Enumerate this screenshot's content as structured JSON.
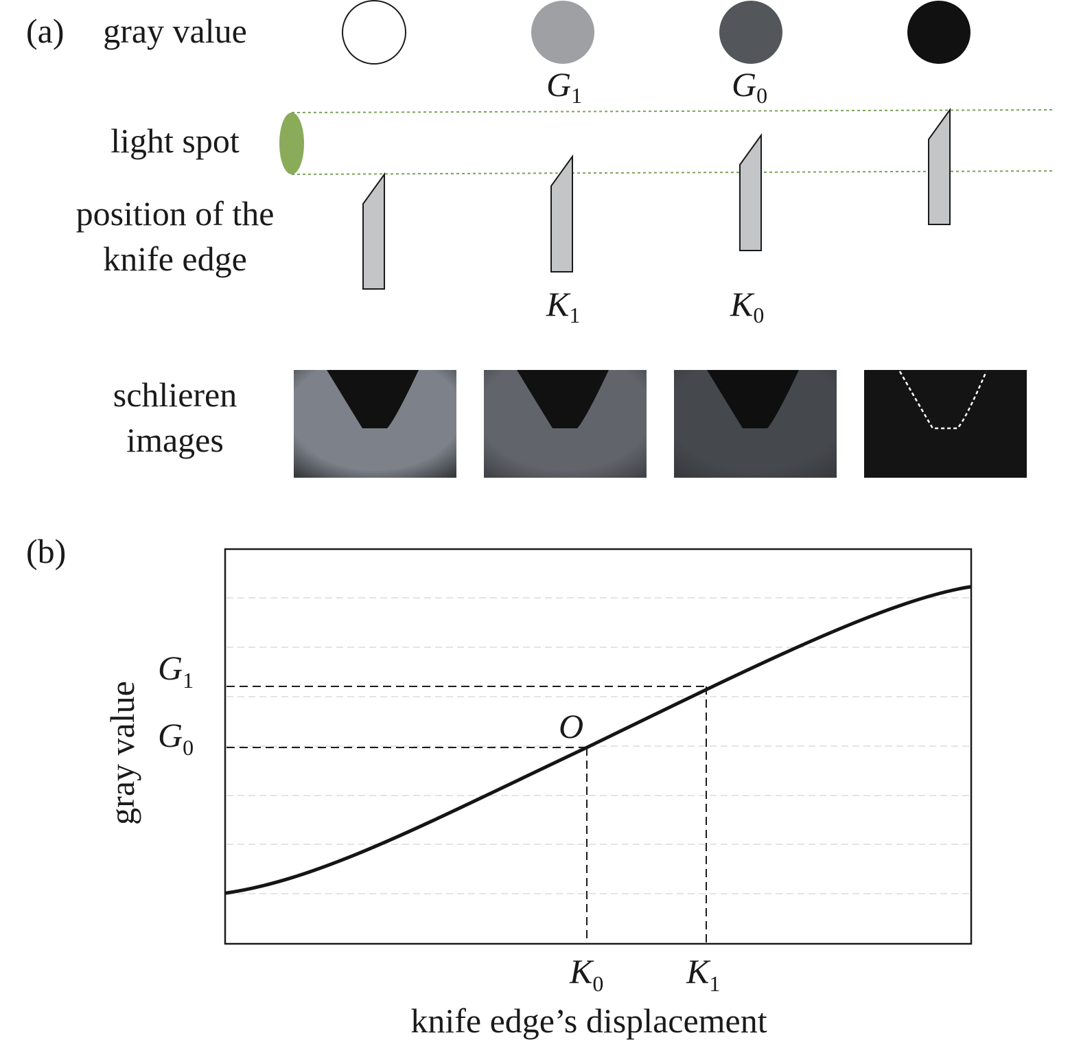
{
  "panel_a": {
    "tag": "(a)",
    "row_labels": {
      "gray_value": "gray value",
      "light_spot": "light spot",
      "knife_position": [
        "position of the",
        "knife edge"
      ],
      "schlieren": [
        "schlieren",
        "images"
      ]
    },
    "gray_circles": [
      {
        "fill": "#ffffff",
        "label": "",
        "sub": ""
      },
      {
        "fill": "#9ea0a3",
        "label": "G",
        "sub": "1"
      },
      {
        "fill": "#53575b",
        "label": "G",
        "sub": "0"
      },
      {
        "fill": "#111111",
        "label": "",
        "sub": ""
      }
    ],
    "knife_labels": [
      {
        "label": "",
        "sub": ""
      },
      {
        "label": "K",
        "sub": "1"
      },
      {
        "label": "K",
        "sub": "0"
      },
      {
        "label": "",
        "sub": ""
      }
    ],
    "schlieren_backgrounds": [
      "#7d828a",
      "#61656b",
      "#45484d",
      "#141414"
    ],
    "colors": {
      "light_spot": "#8aac5a",
      "beam_line": "#79a355",
      "knife_fill": "#c4c5c7"
    }
  },
  "panel_b": {
    "tag": "(b)",
    "xlabel": "knife edge’s displacement",
    "ylabel": "gray value",
    "point_label": "O",
    "y_markers": [
      {
        "label": "G",
        "sub": "1"
      },
      {
        "label": "G",
        "sub": "0"
      }
    ],
    "x_markers": [
      {
        "label": "K",
        "sub": "0"
      },
      {
        "label": "K",
        "sub": "1"
      }
    ]
  },
  "chart_data": {
    "type": "line",
    "title": "",
    "xlabel": "knife edge’s displacement",
    "ylabel": "gray value",
    "xlim": [
      0,
      1
    ],
    "ylim": [
      0,
      1
    ],
    "grid": true,
    "x": [
      0,
      0.1,
      0.2,
      0.3,
      0.4,
      0.485,
      0.6,
      0.7,
      0.8,
      0.9,
      1.0
    ],
    "y": [
      0.13,
      0.17,
      0.25,
      0.35,
      0.46,
      0.5,
      0.6,
      0.71,
      0.82,
      0.91,
      0.955
    ],
    "annotations": [
      {
        "text": "O",
        "x": 0.485,
        "y": 0.5
      },
      {
        "text": "K0",
        "x": 0.485
      },
      {
        "text": "K1",
        "x": 0.645
      },
      {
        "text": "G0",
        "y": 0.5
      },
      {
        "text": "G1",
        "y": 0.655
      }
    ]
  }
}
